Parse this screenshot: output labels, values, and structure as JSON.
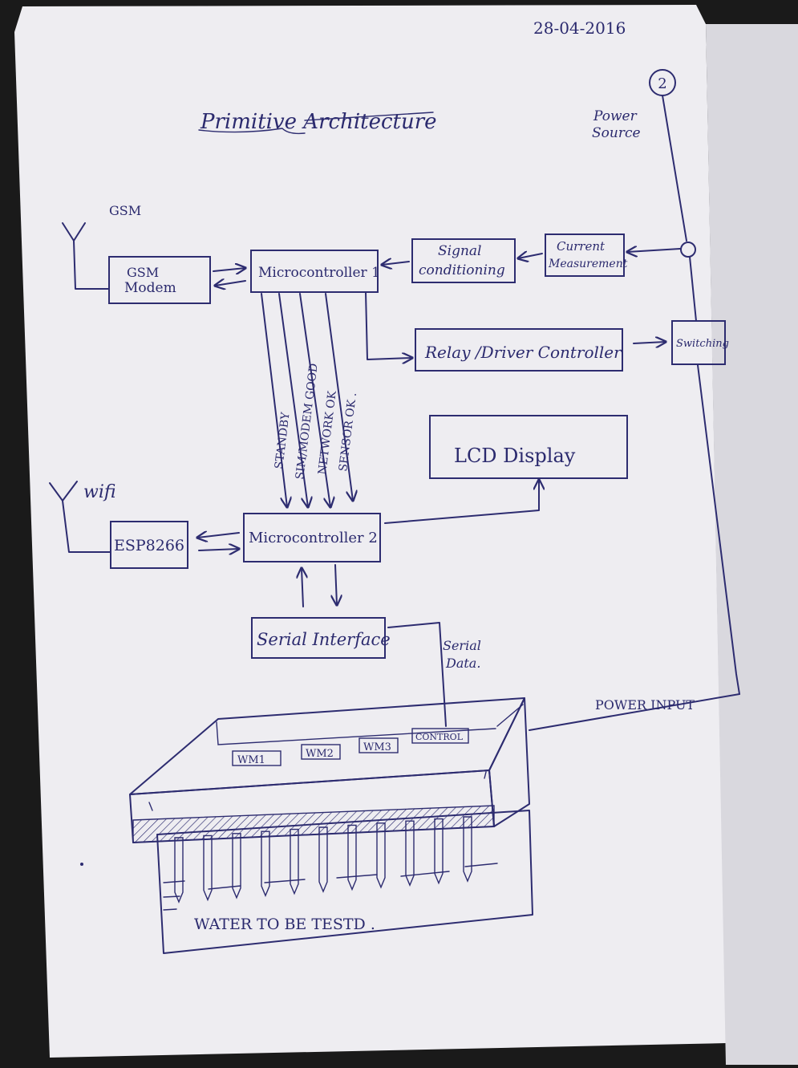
{
  "date": "28-04-2016",
  "page_number": "2",
  "title": "Primitive Architecture",
  "labels": {
    "power_source_line1": "Power",
    "power_source_line2": "Source",
    "gsm": "GSM",
    "wifi": "wifi",
    "serial_data_line1": "Serial",
    "serial_data_line2": "Data.",
    "power_input": "POWER INPUT",
    "water": "WATER TO BE TESTD ."
  },
  "blocks": {
    "gsm_modem_line1": "GSM",
    "gsm_modem_line2": "Modem",
    "microcontroller1": "Microcontroller 1",
    "signal_conditioning_line1": "Signal",
    "signal_conditioning_line2": "conditioning",
    "current_measurement_line1": "Current",
    "current_measurement_line2": "Measurement",
    "relay_driver": "Relay /Driver Controller",
    "switching": "Switching",
    "lcd_display": "LCD Display",
    "esp8266": "ESP8266",
    "microcontroller2": "Microcontroller 2",
    "serial_interface": "Serial Interface"
  },
  "status_lines": [
    "STANDBY",
    "SIM/MODEM GOOD",
    "NETWORK OK",
    "SENSOR OK ."
  ],
  "device_labels": [
    "WM1",
    "WM2",
    "WM3",
    "CONTROL"
  ],
  "colors": {
    "ink": "#2d2c70",
    "paper": "#ecebf0",
    "background": "#1a1a1a"
  }
}
